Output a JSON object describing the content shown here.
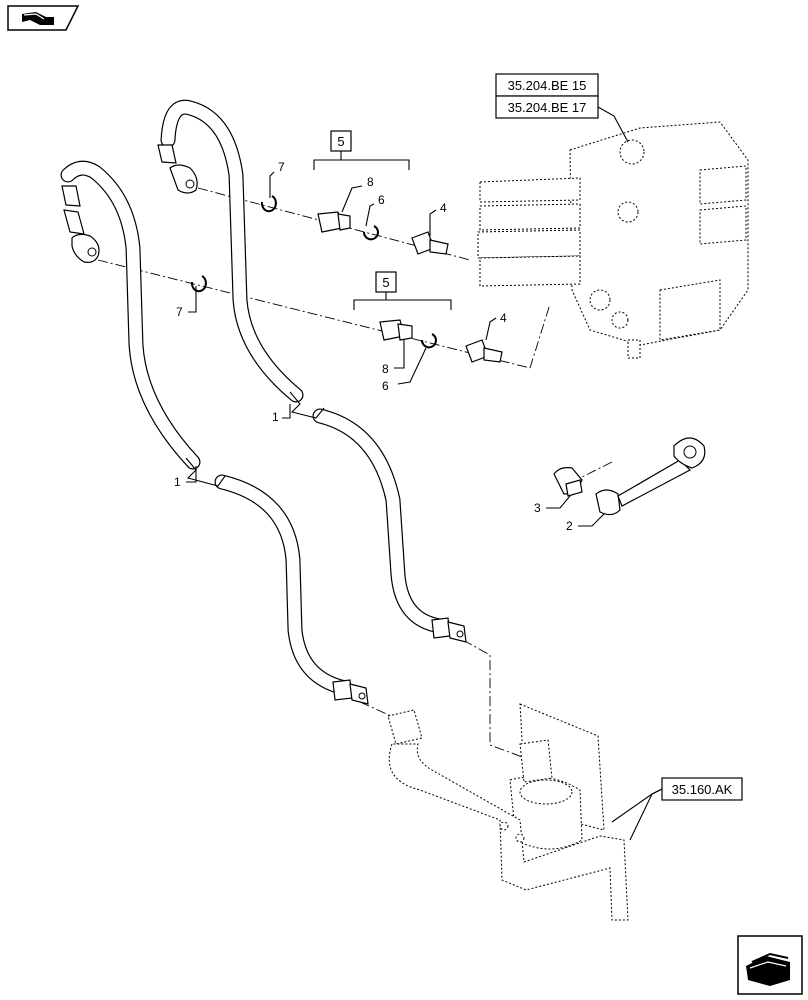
{
  "nav": {
    "prev_icon": "page-back-icon",
    "next_icon": "page-forward-icon"
  },
  "references": {
    "ref_top_1": "35.204.BE 15",
    "ref_top_2": "35.204.BE 17",
    "ref_bottom": "35.160.AK"
  },
  "groups": {
    "group_upper": "5",
    "group_lower": "5"
  },
  "callouts": {
    "c1a": "1",
    "c1b": "1",
    "c2": "2",
    "c3": "3",
    "c4a": "4",
    "c4b": "4",
    "c6a": "6",
    "c6b": "6",
    "c7a": "7",
    "c7b": "7",
    "c8a": "8",
    "c8b": "8"
  }
}
